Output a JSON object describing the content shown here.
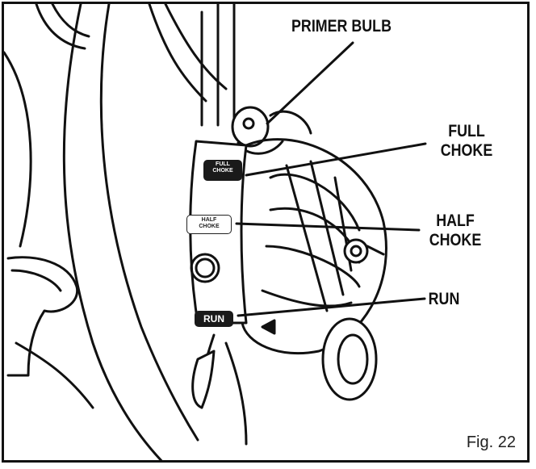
{
  "callouts": {
    "primer_bulb": "PRIMER BULB",
    "full_choke_line1": "FULL",
    "full_choke_line2": "CHOKE",
    "half_choke_line1": "HALF",
    "half_choke_line2": "CHOKE",
    "run": "RUN"
  },
  "tags": {
    "full_choke_line1": "FULL",
    "full_choke_line2": "CHOKE",
    "half_choke_line1": "HALF",
    "half_choke_line2": "CHOKE",
    "run": "RUN"
  },
  "figure_label": "Fig. 22",
  "colors": {
    "ink": "#111111",
    "background": "#ffffff"
  }
}
